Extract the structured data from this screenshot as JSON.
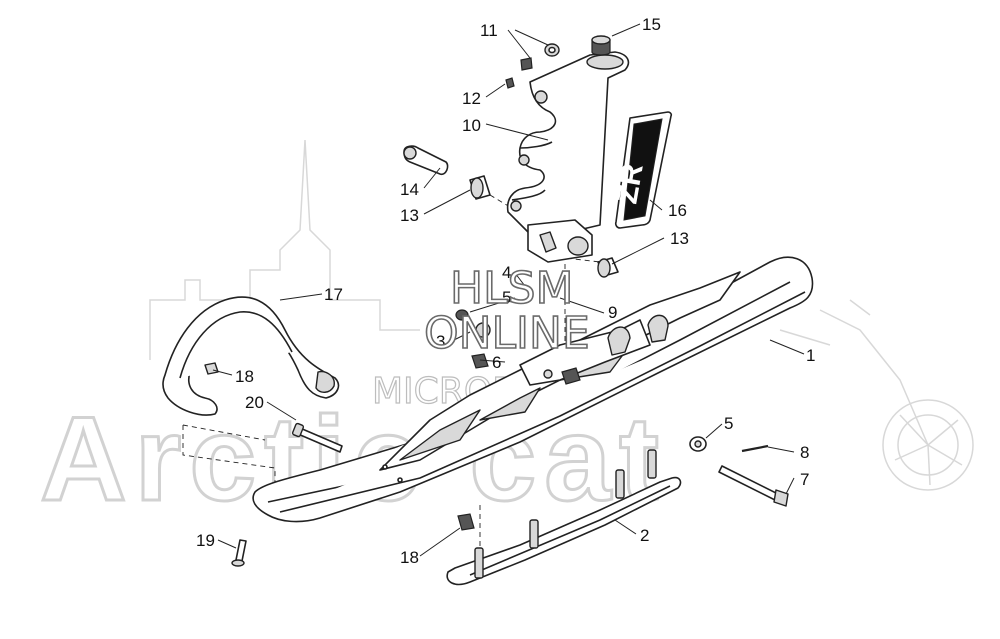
{
  "watermark": {
    "brand": "Arctic cat",
    "hlsm": "HLSM",
    "online": "ONLINE",
    "microfiche": "MICROFICHE"
  },
  "decal": {
    "text": "ZR"
  },
  "callouts": [
    {
      "id": "callout-11",
      "label": "11"
    },
    {
      "id": "callout-15",
      "label": "15"
    },
    {
      "id": "callout-12",
      "label": "12"
    },
    {
      "id": "callout-10",
      "label": "10"
    },
    {
      "id": "callout-14",
      "label": "14"
    },
    {
      "id": "callout-13a",
      "label": "13"
    },
    {
      "id": "callout-16",
      "label": "16"
    },
    {
      "id": "callout-13b",
      "label": "13"
    },
    {
      "id": "callout-4",
      "label": "4"
    },
    {
      "id": "callout-5a",
      "label": "5"
    },
    {
      "id": "callout-9",
      "label": "9"
    },
    {
      "id": "callout-17",
      "label": "17"
    },
    {
      "id": "callout-3",
      "label": "3"
    },
    {
      "id": "callout-6",
      "label": "6"
    },
    {
      "id": "callout-1",
      "label": "1"
    },
    {
      "id": "callout-18a",
      "label": "18"
    },
    {
      "id": "callout-20",
      "label": "20"
    },
    {
      "id": "callout-5b",
      "label": "5"
    },
    {
      "id": "callout-8",
      "label": "8"
    },
    {
      "id": "callout-7",
      "label": "7"
    },
    {
      "id": "callout-2",
      "label": "2"
    },
    {
      "id": "callout-19",
      "label": "19"
    },
    {
      "id": "callout-18b",
      "label": "18"
    }
  ]
}
